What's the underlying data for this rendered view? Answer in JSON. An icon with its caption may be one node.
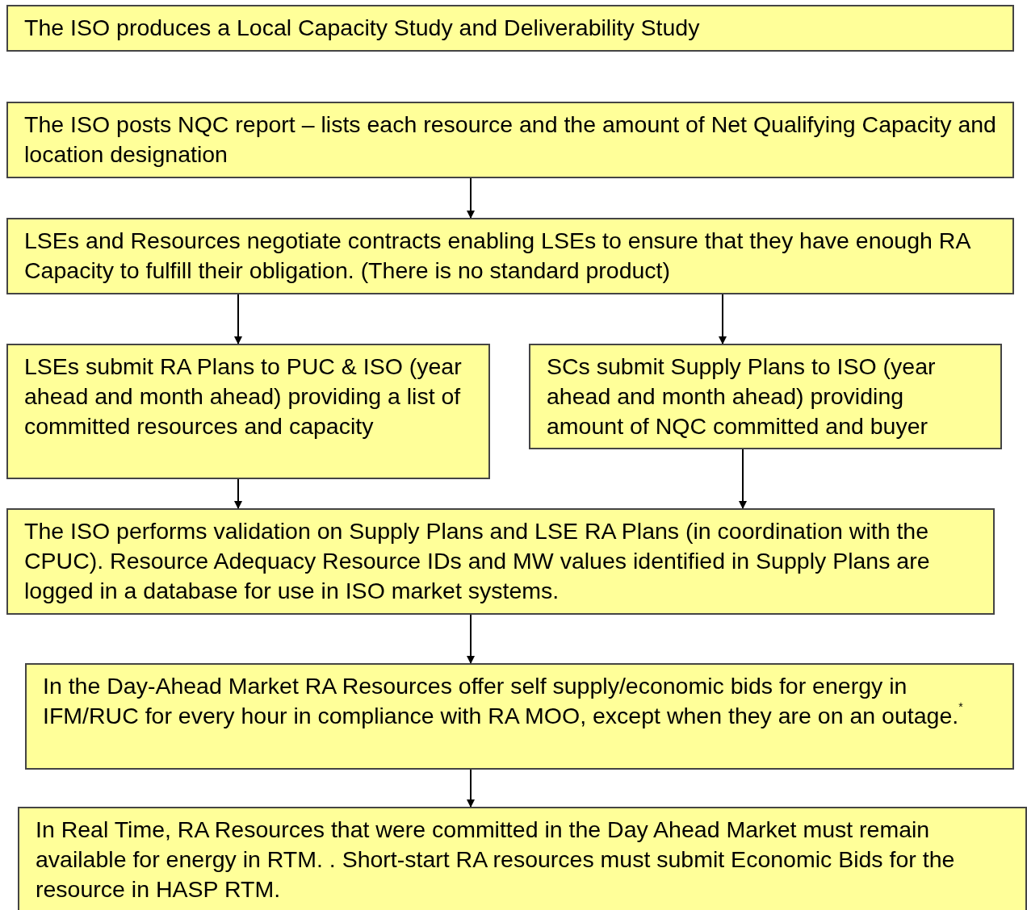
{
  "diagram": {
    "nodes": [
      {
        "text": [
          "The ISO produces a Local Capacity Study and Deliverability Study"
        ]
      },
      {
        "text": [
          "The ISO posts NQC report – lists each resource and the amount of Net Qualifying Capacity and location designation"
        ]
      },
      {
        "text": [
          "LSEs and Resources negotiate contracts enabling LSEs to ensure that they have enough RA Capacity to fulfill their obligation. (There is no standard product)"
        ]
      },
      {
        "text": [
          "LSEs submit RA Plans to PUC & ISO (year ahead and month ahead) providing a list of committed resources and capacity"
        ]
      },
      {
        "text": [
          "SCs submit Supply Plans to ISO (year ahead and month ahead) providing amount of NQC committed and buyer"
        ]
      },
      {
        "text": [
          "The ISO performs validation on Supply Plans and LSE RA Plans (in coordination with the CPUC).  Resource Adequacy Resource IDs and MW values identified in Supply Plans are logged in a database for use in ISO market systems."
        ]
      },
      {
        "text": [
          "In the Day-Ahead Market RA Resources offer self supply/economic bids for energy in IFM/RUC for every hour in compliance with RA MOO, except when they are on an outage.$^{*}$"
        ]
      },
      {
        "text": [
          "In Real Time, RA Resources that were committed in the Day Ahead Market must remain available for energy in RTM.  .  Short-start RA resources must submit Economic Bids for the resource in HASP RTM."
        ]
      }
    ],
    "edges": [
      {
        "from": 1,
        "to": 2,
        "arrow": "to"
      },
      {
        "from": 2,
        "to": 3,
        "arrow": "to"
      },
      {
        "from": 2,
        "to": 4,
        "arrow": "to"
      },
      {
        "from": 3,
        "to": 5,
        "arrow": "to"
      },
      {
        "from": 4,
        "to": 5,
        "arrow": "to"
      },
      {
        "from": 5,
        "to": 6,
        "arrow": "to"
      },
      {
        "from": 6,
        "to": 7,
        "arrow": "to"
      }
    ]
  }
}
